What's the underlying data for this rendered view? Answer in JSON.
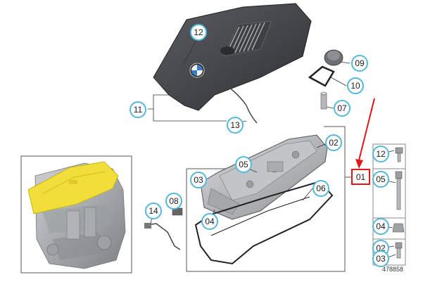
{
  "diagram": {
    "reference_number": "478858",
    "highlighted_part": "01",
    "highlight_color": "#e01818",
    "callout_stroke": "#55b8d8",
    "callouts": {
      "c12_cover": "12",
      "c09": "09",
      "c10": "10",
      "c11": "11",
      "c07": "07",
      "c13": "13",
      "c02": "02",
      "c05_main": "05",
      "c03_main": "03",
      "c06": "06",
      "c08": "08",
      "c14": "14",
      "c04_main": "04",
      "c01": "01",
      "s12": "12",
      "s05": "05",
      "s04": "04",
      "s02": "02",
      "s03": "03"
    }
  }
}
